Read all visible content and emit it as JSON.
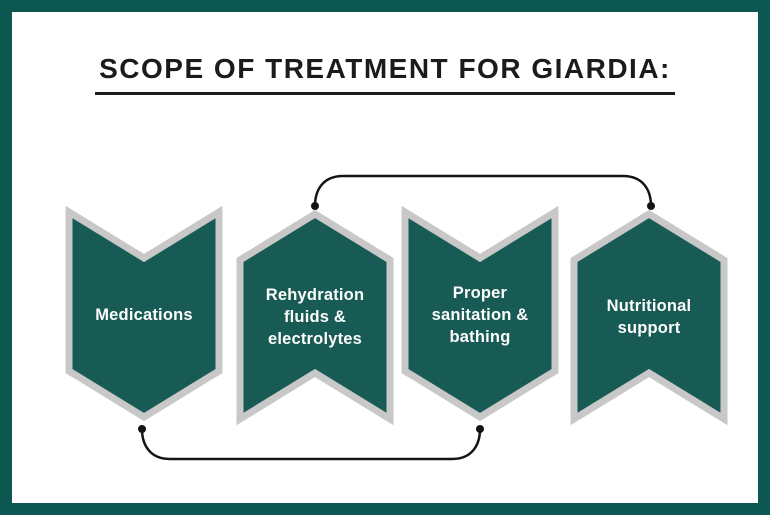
{
  "title": {
    "text": "SCOPE OF TREATMENT FOR GIARDIA:"
  },
  "steps": [
    {
      "label": "Medications",
      "lines": [
        "Medications"
      ],
      "shape": "chevron-down"
    },
    {
      "label": "Rehydration fluids & electrolytes",
      "lines": [
        "Rehydration",
        "fluids &",
        "electrolytes"
      ],
      "shape": "chevron-up"
    },
    {
      "label": "Proper sanitation & bathing",
      "lines": [
        "Proper",
        "sanitation &",
        "bathing"
      ],
      "shape": "chevron-down"
    },
    {
      "label": "Nutritional support",
      "lines": [
        "Nutritional",
        "support"
      ],
      "shape": "chevron-up"
    }
  ],
  "connectors": [
    {
      "position": "top",
      "from": "Rehydration fluids & electrolytes",
      "to": "Nutritional support",
      "style": "arc with endpoint dots"
    },
    {
      "position": "bottom",
      "from": "Medications",
      "to": "Proper sanitation & bathing",
      "style": "arc with endpoint dots"
    }
  ],
  "colors": {
    "frame": "#0c574f",
    "frame_inner_line": "#3f7e77",
    "chevron_fill": "#185a54",
    "chevron_outline": "#c8c8c8",
    "step_text": "#fdfdfd",
    "title_color": "#1b1b1b",
    "connector": "#141414",
    "background": "#ffffff"
  }
}
